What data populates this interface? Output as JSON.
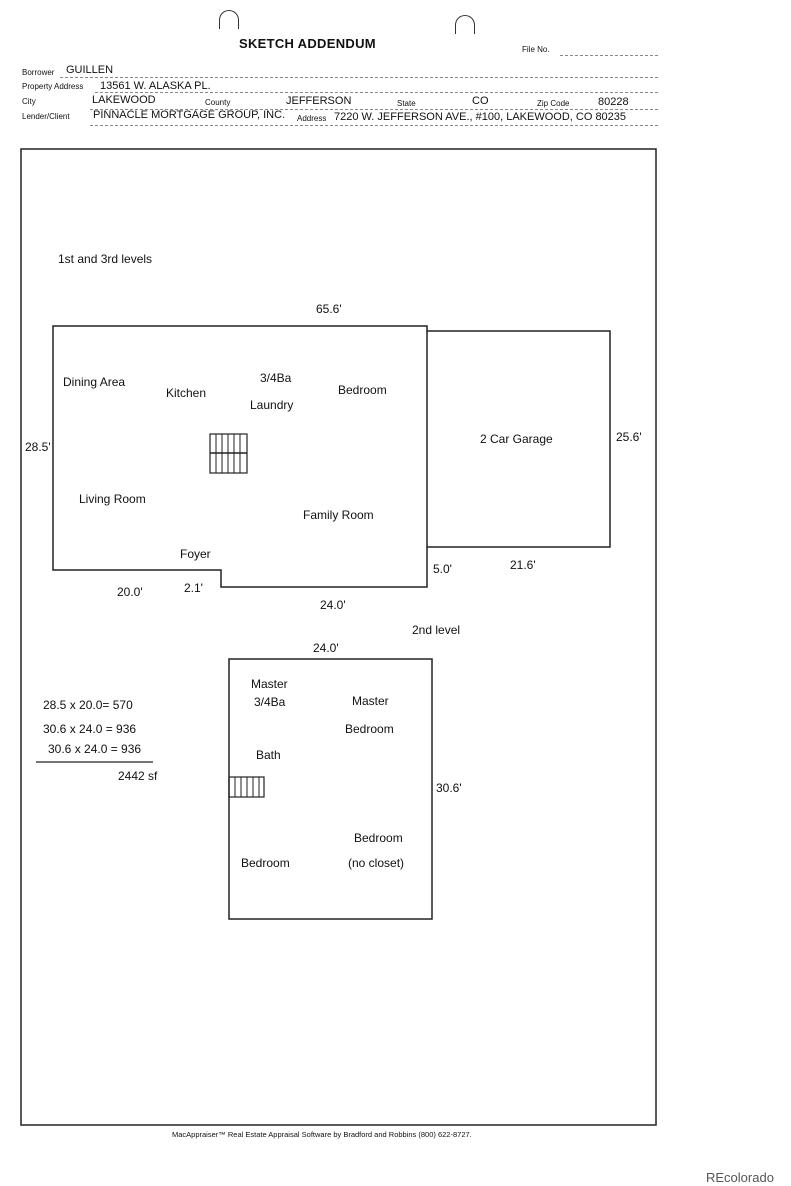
{
  "header": {
    "title": "SKETCH ADDENDUM",
    "file_no_label": "File No.",
    "borrower_label": "Borrower",
    "borrower": "GUILLEN",
    "property_label": "Property Address",
    "property_address": "13561 W. ALASKA PL.",
    "city_label": "City",
    "city": "LAKEWOOD",
    "county_label": "County",
    "county": "JEFFERSON",
    "state_label": "State",
    "state": "CO",
    "zip_label": "Zip Code",
    "zip": "80228",
    "lender_label": "Lender/Client",
    "lender": "PINNACLE MORTGAGE GROUP, INC.",
    "address_label": "Address",
    "lender_address": "7220 W. JEFFERSON AVE., #100, LAKEWOOD, CO 80235"
  },
  "sketch": {
    "level1_title": "1st and 3rd levels",
    "level2_title": "2nd level",
    "dims": {
      "top": "65.6'",
      "left": "28.5'",
      "garage_right": "25.6'",
      "bottom_left": "20.0'",
      "notch": "2.1'",
      "bottom_mid": "24.0'",
      "garage_offset": "5.0'",
      "garage_bottom": "21.6'",
      "upper_top": "24.0'",
      "upper_right": "30.6'"
    },
    "rooms": {
      "dining": "Dining Area",
      "kitchen": "Kitchen",
      "bath34": "3/4Ba",
      "laundry": "Laundry",
      "bedroom": "Bedroom",
      "garage": "2 Car Garage",
      "living": "Living Room",
      "family": "Family Room",
      "foyer": "Foyer",
      "master34_1": "Master",
      "master34_2": "3/4Ba",
      "master_bed_1": "Master",
      "master_bed_2": "Bedroom",
      "bath": "Bath",
      "bedroom_nc_1": "Bedroom",
      "bedroom_nc_2": "(no closet)",
      "bedroom2": "Bedroom"
    },
    "calc": {
      "line1": "28.5 x 20.0= 570",
      "line2": "30.6 x 24.0 = 936",
      "line3": "30.6 x 24.0 = 936",
      "total": "2442 sf"
    }
  },
  "footer": {
    "software": "MacAppraiser™ Real Estate Appraisal Software by Bradford and Robbins (800) 622-8727.",
    "watermark": "REcolorado"
  }
}
